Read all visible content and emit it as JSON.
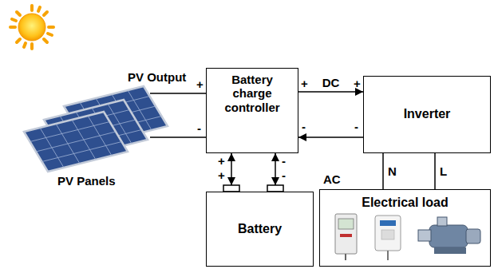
{
  "diagram": {
    "nodes": [
      {
        "text": [
          "Battery charge controller"
        ]
      },
      {
        "text": [
          "Inverter"
        ]
      },
      {
        "text": [
          "Battery"
        ]
      },
      {
        "text": [
          "Electrical load"
        ]
      }
    ],
    "edges": [
      {
        "from": 0,
        "to": 1,
        "arrow": "to",
        "label": "DC"
      },
      {
        "from": 1,
        "to": 0,
        "arrow": "to"
      },
      {
        "from": 0,
        "to": 2,
        "arrow": "both"
      },
      {
        "from": 0,
        "to": 2,
        "arrow": "both"
      },
      {
        "from": 1,
        "to": 3,
        "arrow": "none",
        "label": "N"
      },
      {
        "from": 1,
        "to": 3,
        "arrow": "none",
        "label": "L"
      }
    ],
    "labels": [
      "PV Output",
      "+",
      "-",
      "PV Panels",
      "+",
      "-",
      "+",
      "-",
      "+",
      "+",
      "-",
      "-",
      "AC"
    ]
  }
}
